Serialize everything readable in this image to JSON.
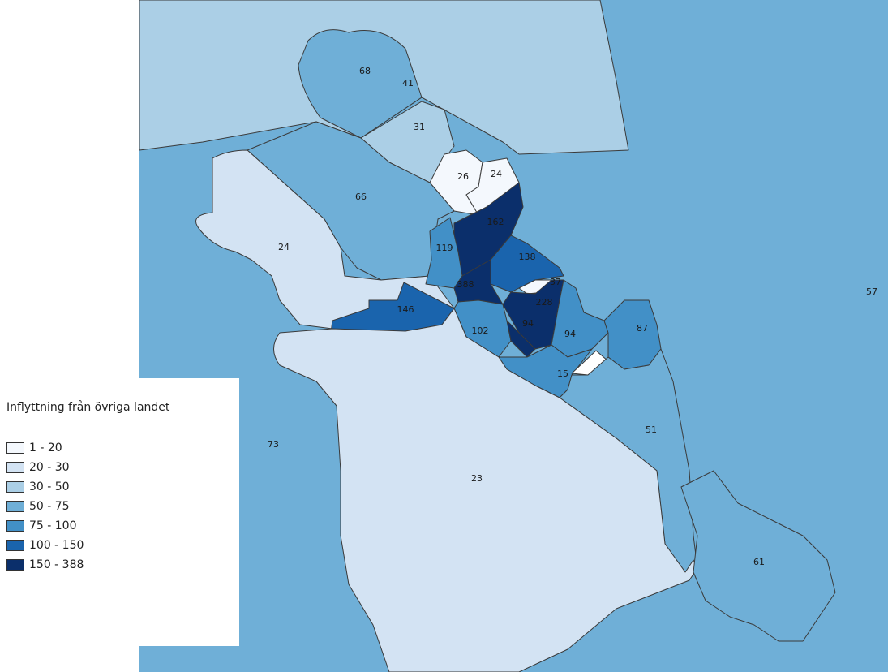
{
  "legend": {
    "title": "Inflyttning från övriga landet",
    "classes": [
      {
        "label": "1 - 20",
        "color": "#f4f8fd"
      },
      {
        "label": "20 - 30",
        "color": "#d3e3f3"
      },
      {
        "label": "30 - 50",
        "color": "#abcfe6"
      },
      {
        "label": "50 - 75",
        "color": "#6fafd7"
      },
      {
        "label": "75 - 100",
        "color": "#4290c7"
      },
      {
        "label": "100 - 150",
        "color": "#1a64ad"
      },
      {
        "label": "150 - 388",
        "color": "#0b2f6b"
      }
    ]
  },
  "regions": [
    {
      "id": "r57",
      "value": "57"
    },
    {
      "id": "r73",
      "value": "73"
    },
    {
      "id": "r68",
      "value": "68"
    },
    {
      "id": "r41",
      "value": "41"
    },
    {
      "id": "r31",
      "value": "31"
    },
    {
      "id": "r26",
      "value": "26"
    },
    {
      "id": "r24n",
      "value": "24"
    },
    {
      "id": "r66",
      "value": "66"
    },
    {
      "id": "r24w",
      "value": "24"
    },
    {
      "id": "r162",
      "value": "162"
    },
    {
      "id": "r119",
      "value": "119"
    },
    {
      "id": "r138",
      "value": "138"
    },
    {
      "id": "r388",
      "value": "388"
    },
    {
      "id": "r37",
      "value": "37"
    },
    {
      "id": "r228",
      "value": "228"
    },
    {
      "id": "r146",
      "value": "146"
    },
    {
      "id": "r102",
      "value": "102"
    },
    {
      "id": "r94a",
      "value": "94"
    },
    {
      "id": "r94b",
      "value": "94"
    },
    {
      "id": "r87",
      "value": "87"
    },
    {
      "id": "r15",
      "value": "15"
    },
    {
      "id": "r51",
      "value": "51"
    },
    {
      "id": "r23",
      "value": "23"
    },
    {
      "id": "r61",
      "value": "61"
    }
  ]
}
